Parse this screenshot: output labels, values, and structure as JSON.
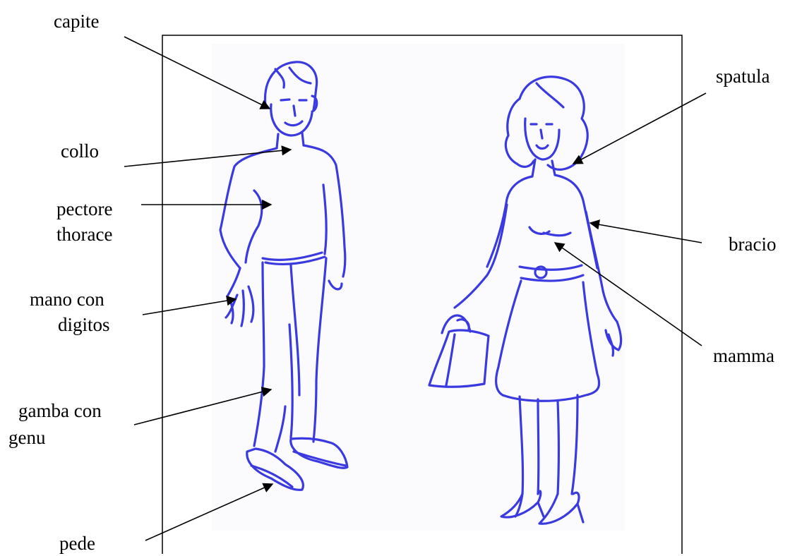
{
  "labels": {
    "capite": "capite",
    "collo": "collo",
    "pectore_1": "pectore",
    "pectore_2": "thorace",
    "mano_1": "mano con",
    "mano_2": "digitos",
    "gamba_1": "gamba con",
    "gamba_2": "genu",
    "pede": "pede",
    "spatula": "spatula",
    "bracio": "bracio",
    "mamma": "mamma"
  },
  "colors": {
    "ink": "#3a3ae0",
    "frame": "#000000",
    "paper": "#fbfbfd"
  }
}
